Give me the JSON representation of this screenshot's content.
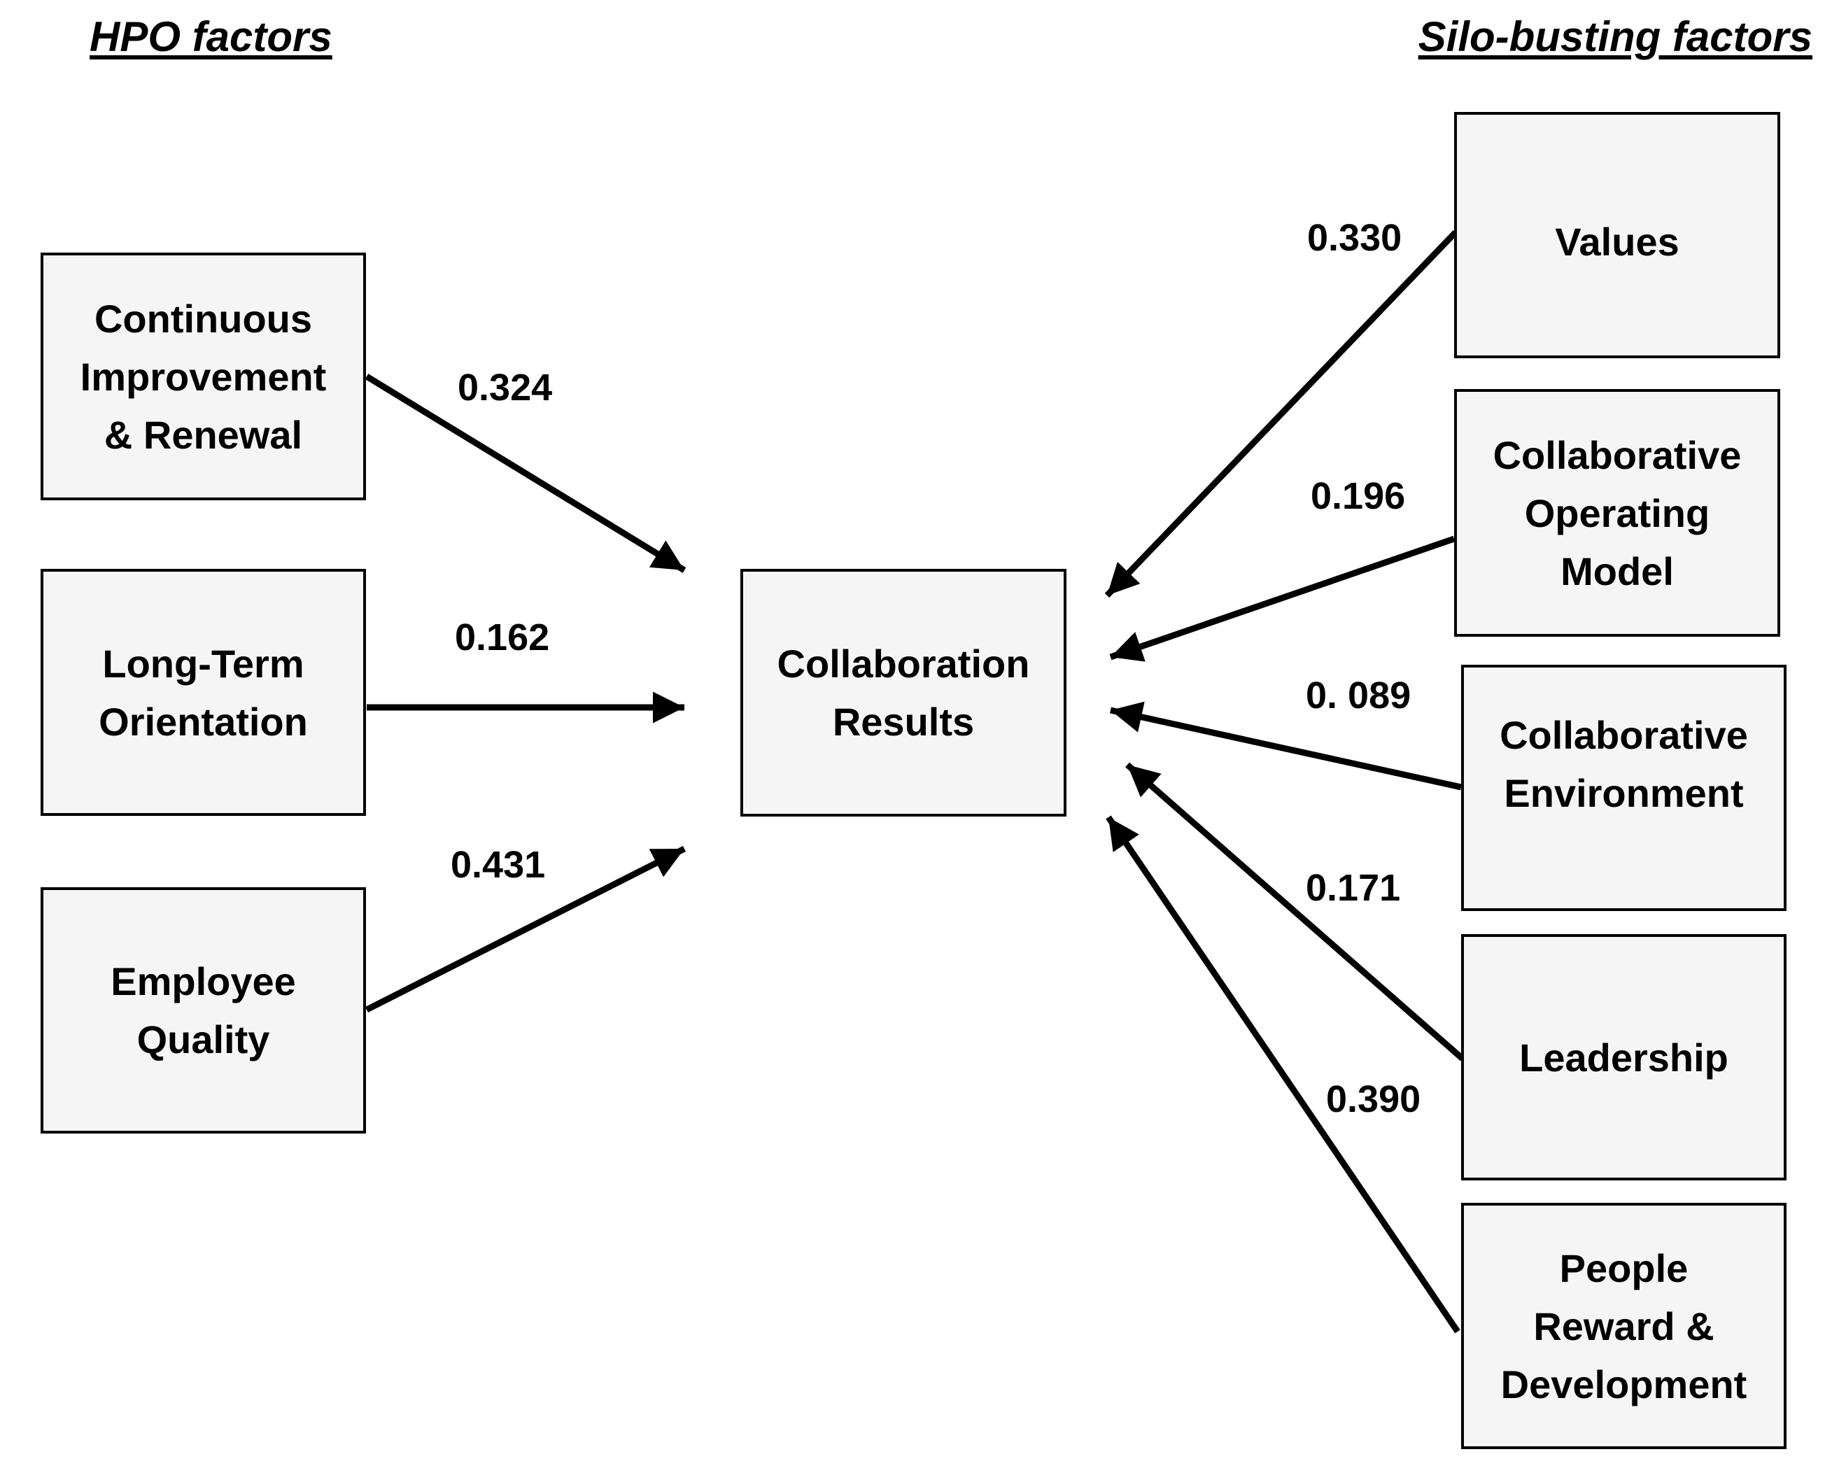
{
  "headings": {
    "hpo": "HPO factors",
    "silo": "Silo-busting factors"
  },
  "hpo_factors": [
    {
      "label": "Continuous\nImprovement\n& Renewal",
      "coefficient": "0.324"
    },
    {
      "label": "Long-Term\nOrientation",
      "coefficient": "0.162"
    },
    {
      "label": "Employee\nQuality",
      "coefficient": "0.431"
    }
  ],
  "outcome": {
    "label": "Collaboration\nResults"
  },
  "silo_factors": [
    {
      "label": "Values",
      "coefficient": "0.330"
    },
    {
      "label": "Collaborative\nOperating\nModel",
      "coefficient": "0.196"
    },
    {
      "label": "Collaborative\nEnvironment",
      "coefficient": "0. 089"
    },
    {
      "label": "Leadership",
      "coefficient": "0.171"
    },
    {
      "label": "People\nReward &\nDevelopment",
      "coefficient": "0.390"
    }
  ]
}
